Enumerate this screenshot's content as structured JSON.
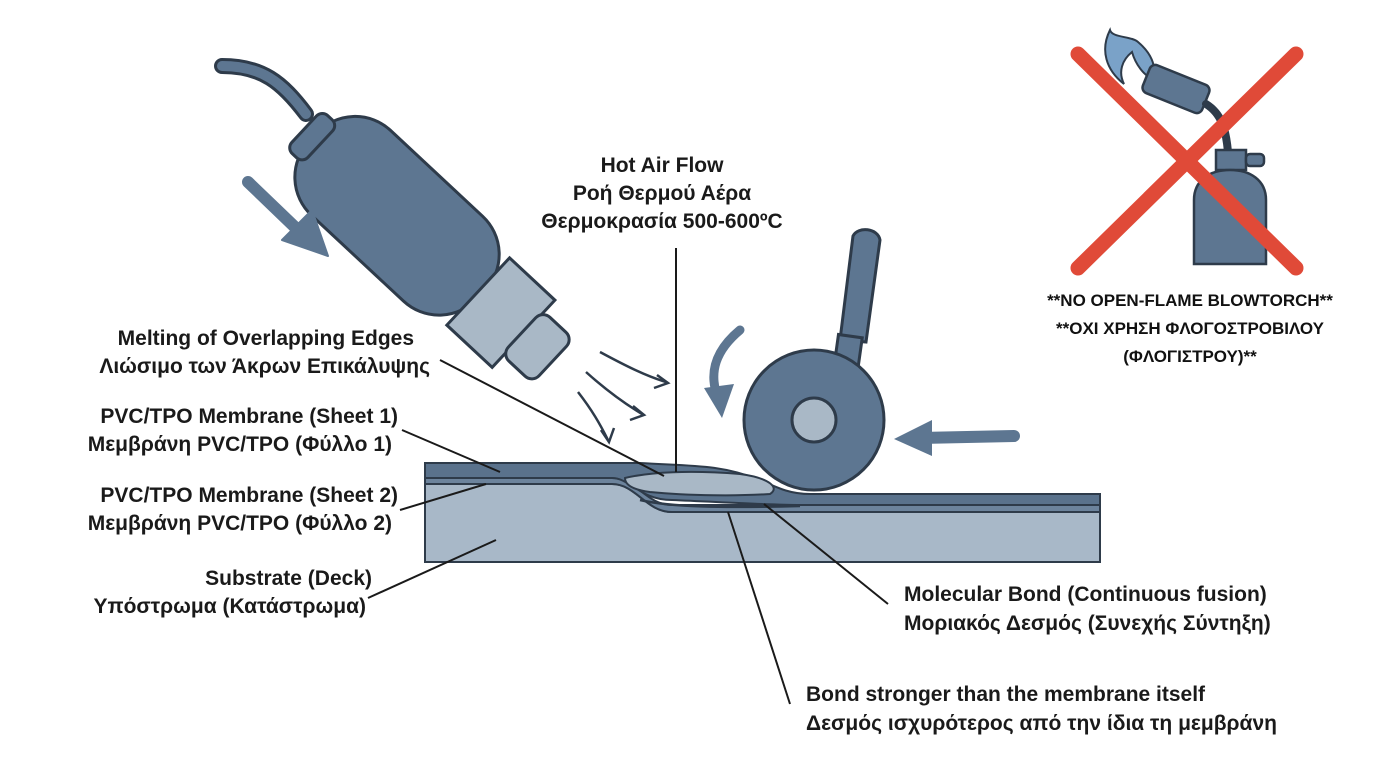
{
  "colors": {
    "tool_body": "#5d7691",
    "tool_light": "#a9b8c6",
    "outline": "#2e3b4a",
    "membrane_top": "#5a728c",
    "substrate": "#a8b8c8",
    "warning_cross": "#e04a38",
    "flame": "#7aa2c8"
  },
  "labels": {
    "hot_air": {
      "en": "Hot Air Flow",
      "el": "Ροή Θερμού Αέρα",
      "temp": "Θερμοκρασία 500-600ºC"
    },
    "melting": {
      "en": "Melting of Overlapping Edges",
      "el": "Λιώσιμο των Άκρων Επικάλυψης"
    },
    "sheet1": {
      "en": "PVC/TPO Membrane (Sheet 1)",
      "el": "Μεμβράνη PVC/TPO (Φύλλο 1)"
    },
    "sheet2": {
      "en": "PVC/TPO Membrane (Sheet 2)",
      "el": "Μεμβράνη PVC/TPO (Φύλλο 2)"
    },
    "substrate": {
      "en": "Substrate (Deck)",
      "el": "Υπόστρωμα (Κατάστρωμα)"
    },
    "molecular": {
      "en": "Molecular Bond (Continuous fusion)",
      "el": "Μοριακός Δεσμός (Συνεχής Σύντηξη)"
    },
    "bond": {
      "en": "Bond stronger than the membrane itself",
      "el": "Δεσμός ισχυρότερος από την ίδια τη μεμβράνη"
    }
  },
  "warning": {
    "line1": "**NO OPEN-FLAME BLOWTORCH**",
    "line2": "**ΟΧΙ ΧΡΗΣΗ ΦΛΟΓΟΣΤΡΟΒΙΛΟΥ",
    "line3": "(ΦΛΟΓΙΣΤΡΟΥ)**"
  }
}
